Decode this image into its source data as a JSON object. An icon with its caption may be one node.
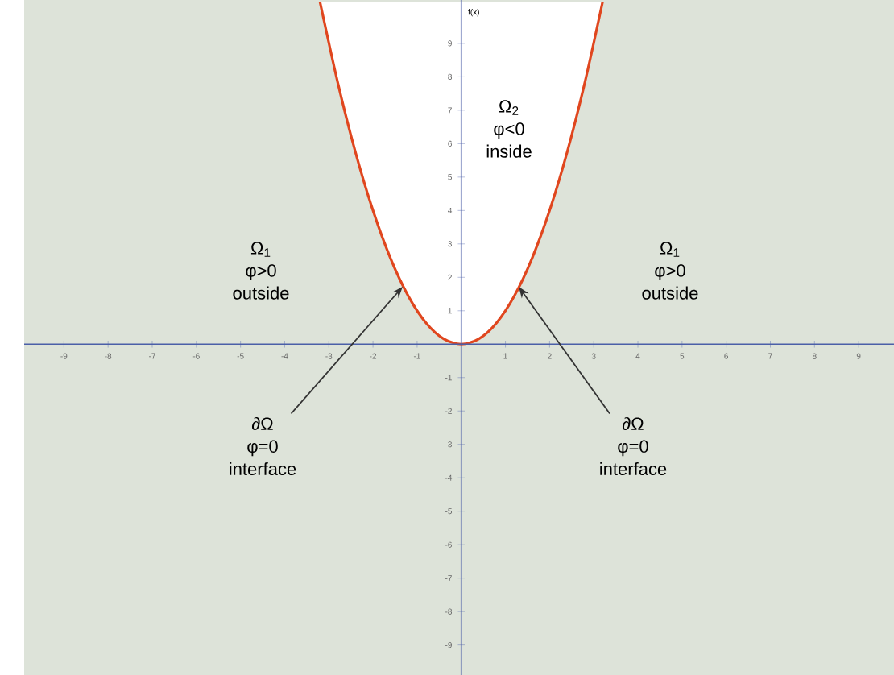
{
  "diagram": {
    "nodes": [
      {
        "text": [
          "Ω$_{1}$",
          "φ>0",
          "outside"
        ]
      },
      {
        "text": [
          "Ω$_{2}$",
          "φ<0",
          "inside"
        ]
      },
      {
        "text": [
          "Ω$_{1}$",
          "φ>0",
          "outside"
        ]
      },
      {
        "text": [
          "∂Ω",
          "φ=0",
          "interface"
        ]
      },
      {
        "text": [
          "∂Ω",
          "φ=0",
          "interface"
        ]
      }
    ],
    "edges": [
      {
        "from": 3,
        "to": null,
        "arrow": "to"
      },
      {
        "from": 4,
        "to": null,
        "arrow": "to"
      }
    ],
    "chart_data": {
      "type": "line",
      "ylabel": "f(x)",
      "x": [
        -3.2,
        -2.8,
        -2.4,
        -2.0,
        -1.6,
        -1.2,
        -0.8,
        -0.4,
        0.0,
        0.4,
        0.8,
        1.2,
        1.6,
        2.0,
        2.4,
        2.8,
        3.2
      ],
      "series": [
        {
          "color": "#e0461e",
          "values": [
            10.24,
            7.84,
            5.76,
            4.0,
            2.56,
            1.44,
            0.64,
            0.16,
            0.0,
            0.16,
            0.64,
            1.44,
            2.56,
            4.0,
            5.76,
            7.84,
            10.24
          ]
        }
      ],
      "xlim": [
        -9.9,
        9.8
      ],
      "ylim": [
        -9.9,
        10.3
      ],
      "xticks": [
        -9,
        -8,
        -7,
        -6,
        -5,
        -4,
        -3,
        -2,
        -1,
        1,
        2,
        3,
        4,
        5,
        6,
        7,
        8,
        9
      ],
      "yticks": [
        -9,
        -8,
        -7,
        -6,
        -5,
        -4,
        -3,
        -2,
        -1,
        1,
        2,
        3,
        4,
        5,
        6,
        7,
        8,
        9
      ]
    }
  }
}
